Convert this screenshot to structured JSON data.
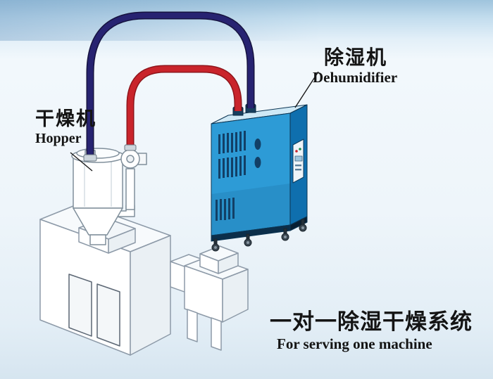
{
  "scene": {
    "hopper_label": {
      "cn": "干燥机",
      "en": "Hopper"
    },
    "dehumidifier_label": {
      "cn": "除湿机",
      "en": "Dehumidifier"
    },
    "caption": {
      "cn": "一对一除湿干燥系统",
      "en": "For serving one machine"
    }
  },
  "colors": {
    "hose_red": "#c9242b",
    "hose_red_dark": "#8e151b",
    "hose_blue": "#272371",
    "hose_blue_dark": "#16133f",
    "cabinet_front": "#2d9bd6",
    "cabinet_side": "#0f6fae",
    "cabinet_top": "#cfe9f6",
    "vent": "#123f66",
    "text": "#141414"
  }
}
